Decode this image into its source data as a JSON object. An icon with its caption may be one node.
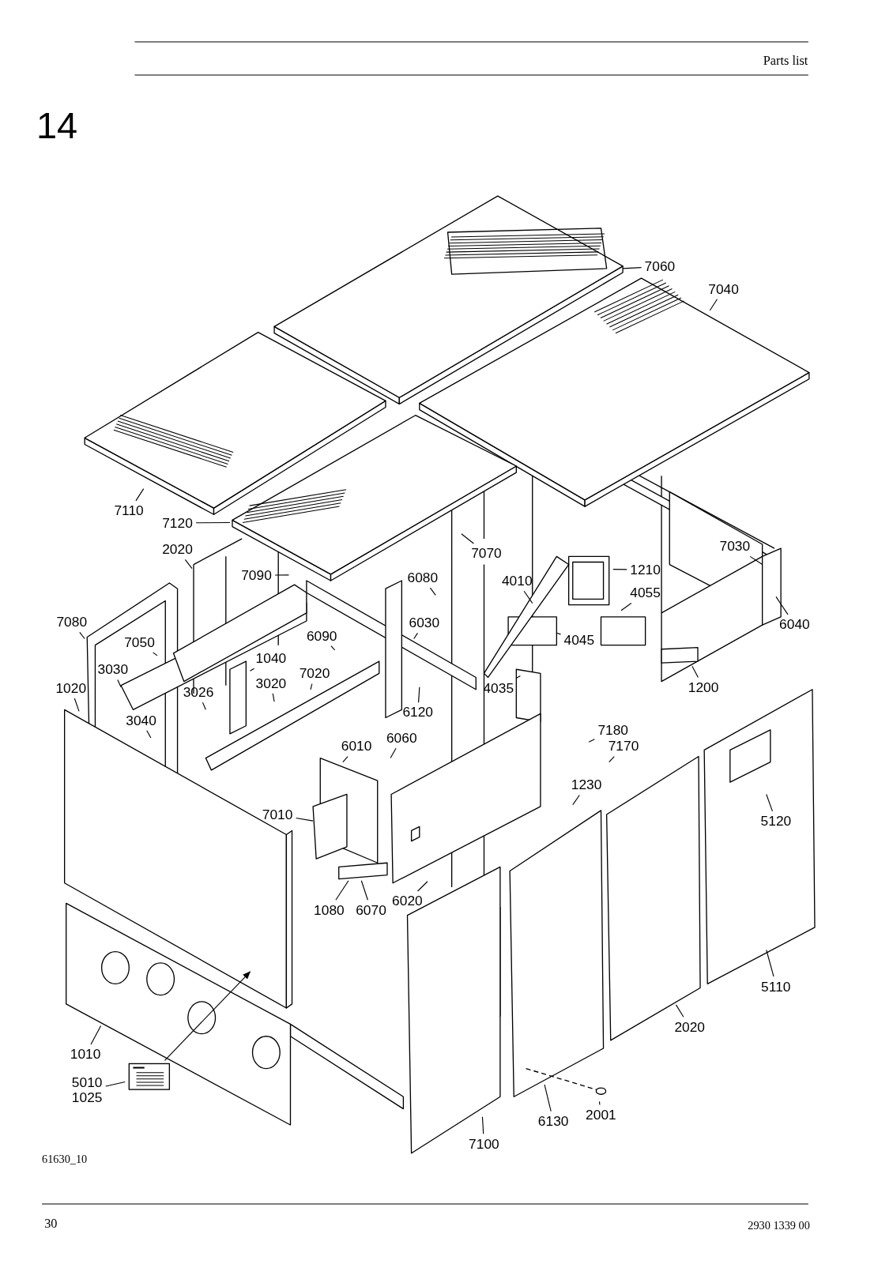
{
  "diagram": {
    "nodes": [
      {
        "text": [
          "7060"
        ]
      },
      {
        "text": [
          "7040"
        ]
      },
      {
        "text": [
          "7110"
        ]
      },
      {
        "text": [
          "7120"
        ]
      },
      {
        "text": [
          "2020"
        ]
      },
      {
        "text": [
          "7070"
        ]
      },
      {
        "text": [
          "7030"
        ]
      },
      {
        "text": [
          "7090"
        ]
      },
      {
        "text": [
          "1210"
        ]
      },
      {
        "text": [
          "6080"
        ]
      },
      {
        "text": [
          "4010"
        ]
      },
      {
        "text": [
          "4055"
        ]
      },
      {
        "text": [
          "7080"
        ]
      },
      {
        "text": [
          "6030"
        ]
      },
      {
        "text": [
          "6040"
        ]
      },
      {
        "text": [
          "6090"
        ]
      },
      {
        "text": [
          "4045"
        ]
      },
      {
        "text": [
          "7050"
        ]
      },
      {
        "text": [
          "1040"
        ]
      },
      {
        "text": [
          "3030"
        ]
      },
      {
        "text": [
          "7020"
        ]
      },
      {
        "text": [
          "3020"
        ]
      },
      {
        "text": [
          "1020"
        ]
      },
      {
        "text": [
          "4035"
        ]
      },
      {
        "text": [
          "1200"
        ]
      },
      {
        "text": [
          "3026"
        ]
      },
      {
        "text": [
          "6120"
        ]
      },
      {
        "text": [
          "3040"
        ]
      },
      {
        "text": [
          "7180"
        ]
      },
      {
        "text": [
          "6060"
        ]
      },
      {
        "text": [
          "6010"
        ]
      },
      {
        "text": [
          "7170"
        ]
      },
      {
        "text": [
          "1230"
        ]
      },
      {
        "text": [
          "7010"
        ]
      },
      {
        "text": [
          "5120"
        ]
      },
      {
        "text": [
          "1080"
        ]
      },
      {
        "text": [
          "6070"
        ]
      },
      {
        "text": [
          "6020"
        ]
      },
      {
        "text": [
          "5110"
        ]
      },
      {
        "text": [
          "2020"
        ]
      },
      {
        "text": [
          "1010"
        ]
      },
      {
        "text": [
          "5010",
          "1025"
        ]
      },
      {
        "text": [
          "2001"
        ]
      },
      {
        "text": [
          "6130"
        ]
      },
      {
        "text": [
          "7100"
        ]
      },
      {
        "text": [],
        "shape": "picture"
      }
    ],
    "edges": [
      {
        "from": 0,
        "to": null,
        "arrow": "none"
      },
      {
        "from": 1,
        "to": null,
        "arrow": "none"
      },
      {
        "from": 2,
        "to": null,
        "arrow": "none"
      },
      {
        "from": 3,
        "to": null,
        "arrow": "none"
      },
      {
        "from": 4,
        "to": null,
        "arrow": "none"
      },
      {
        "from": 5,
        "to": null,
        "arrow": "none"
      },
      {
        "from": 6,
        "to": null,
        "arrow": "none"
      },
      {
        "from": 7,
        "to": null,
        "arrow": "none"
      },
      {
        "from": 8,
        "to": null,
        "arrow": "none"
      },
      {
        "from": 9,
        "to": null,
        "arrow": "none"
      },
      {
        "from": 10,
        "to": null,
        "arrow": "none"
      },
      {
        "from": 11,
        "to": null,
        "arrow": "none"
      },
      {
        "from": 12,
        "to": null,
        "arrow": "none"
      },
      {
        "from": 13,
        "to": null,
        "arrow": "none"
      },
      {
        "from": 14,
        "to": null,
        "arrow": "none"
      },
      {
        "from": 15,
        "to": null,
        "arrow": "none"
      },
      {
        "from": 16,
        "to": null,
        "arrow": "none"
      },
      {
        "from": 17,
        "to": null,
        "arrow": "none"
      },
      {
        "from": 18,
        "to": null,
        "arrow": "none"
      },
      {
        "from": 19,
        "to": null,
        "arrow": "none"
      },
      {
        "from": 20,
        "to": null,
        "arrow": "none"
      },
      {
        "from": 21,
        "to": null,
        "arrow": "none"
      },
      {
        "from": 22,
        "to": null,
        "arrow": "none"
      },
      {
        "from": 23,
        "to": null,
        "arrow": "none"
      },
      {
        "from": 24,
        "to": null,
        "arrow": "none"
      },
      {
        "from": 25,
        "to": null,
        "arrow": "none"
      },
      {
        "from": 26,
        "to": null,
        "arrow": "none"
      },
      {
        "from": 27,
        "to": null,
        "arrow": "none"
      },
      {
        "from": 28,
        "to": null,
        "arrow": "none"
      },
      {
        "from": 29,
        "to": null,
        "arrow": "none"
      },
      {
        "from": 30,
        "to": null,
        "arrow": "none"
      },
      {
        "from": 31,
        "to": null,
        "arrow": "none"
      },
      {
        "from": 32,
        "to": null,
        "arrow": "none"
      },
      {
        "from": 33,
        "to": null,
        "arrow": "none"
      },
      {
        "from": 34,
        "to": null,
        "arrow": "none"
      },
      {
        "from": 35,
        "to": null,
        "arrow": "none"
      },
      {
        "from": 36,
        "to": null,
        "arrow": "none"
      },
      {
        "from": 37,
        "to": null,
        "arrow": "none"
      },
      {
        "from": 38,
        "to": null,
        "arrow": "none"
      },
      {
        "from": 39,
        "to": null,
        "arrow": "none"
      },
      {
        "from": 40,
        "to": null,
        "arrow": "none"
      },
      {
        "from": 41,
        "to": 45,
        "arrow": "none"
      },
      {
        "from": 42,
        "to": null,
        "arrow": "none"
      },
      {
        "from": 43,
        "to": null,
        "arrow": "none"
      },
      {
        "from": 44,
        "to": null,
        "arrow": "none"
      },
      {
        "from": 45,
        "to": null,
        "arrow": "to"
      }
    ],
    "labels": [
      "Parts list",
      "14",
      "61630_10",
      "30",
      "2930 1339 00"
    ]
  }
}
